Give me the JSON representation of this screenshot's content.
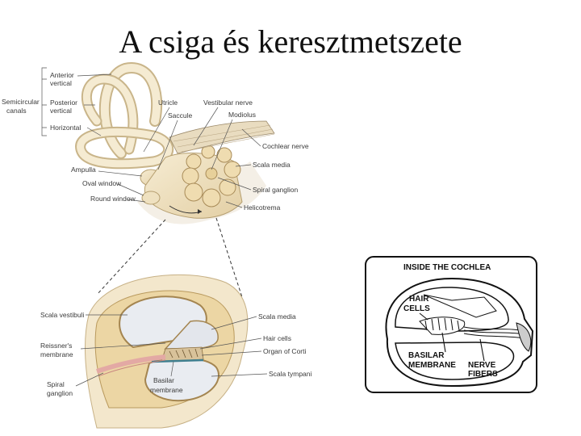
{
  "title": "A csiga és keresztmetszete",
  "top_figure": {
    "canal_group": [
      "Semicircular",
      "canals"
    ],
    "labels": {
      "anterior": [
        "Anterior",
        "vertical"
      ],
      "posterior": [
        "Posterior",
        "vertical"
      ],
      "horizontal": "Horizontal",
      "ampulla": "Ampulla",
      "oval_window": "Oval window",
      "round_window": "Round window",
      "utricle": "Utricle",
      "saccule": "Saccule",
      "vestibular_nerve": "Vestibular nerve",
      "modiolus": "Modiolus",
      "cochlear_nerve": "Cochlear nerve",
      "scala_media": "Scala media",
      "spiral_ganglion": "Spiral ganglion",
      "helicotrema": "Helicotrema"
    }
  },
  "cross_section": {
    "labels": {
      "scala_vestibuli": "Scala vestibuli",
      "reissners": [
        "Reissner's",
        "membrane"
      ],
      "spiral_ganglion": [
        "Spiral",
        "ganglion"
      ],
      "basilar": [
        "Basilar",
        "membrane"
      ],
      "scala_media": "Scala media",
      "hair_cells": "Hair cells",
      "organ_of_corti": "Organ of Corti",
      "scala_tympani": "Scala tympani"
    }
  },
  "inside_cochlea": {
    "title": "INSIDE THE COCHLEA",
    "hair_cells": [
      "HAIR",
      "CELLS"
    ],
    "basilar": [
      "BASILAR",
      "MEMBRANE"
    ],
    "nerve": [
      "NERVE",
      "FIBERS"
    ]
  }
}
